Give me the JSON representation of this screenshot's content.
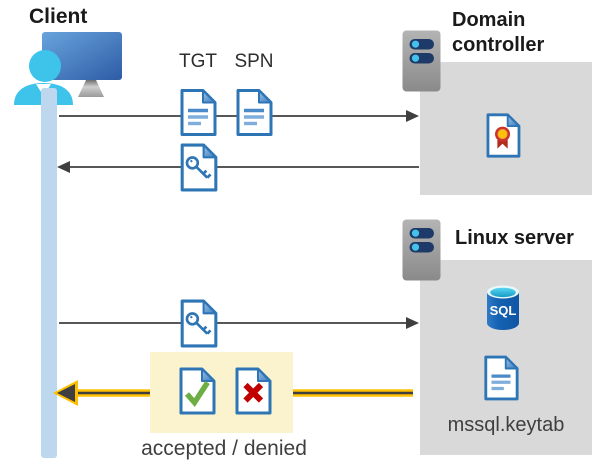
{
  "actors": {
    "client": "Client",
    "domain_controller": "Domain controller",
    "linux_server": "Linux server"
  },
  "tickets": {
    "tgt": "TGT",
    "spn": "SPN"
  },
  "files": {
    "keytab": "mssql.keytab"
  },
  "sql_badge": "SQL",
  "result": {
    "label": "accepted / denied"
  },
  "colors": {
    "doc_blue": "#2E75B6",
    "arrow_gray": "#3F3F3F",
    "emphasis_yellow": "#FFC000",
    "lifeline_blue": "#BDD7EE",
    "server_box_gray": "#D9D9D9",
    "highlight_yellow": "#FAF3CD",
    "check_green": "#6CAE44",
    "cross_red": "#C00000",
    "sql_blue": "#1462B2",
    "person_cyan": "#3EC3EB"
  }
}
